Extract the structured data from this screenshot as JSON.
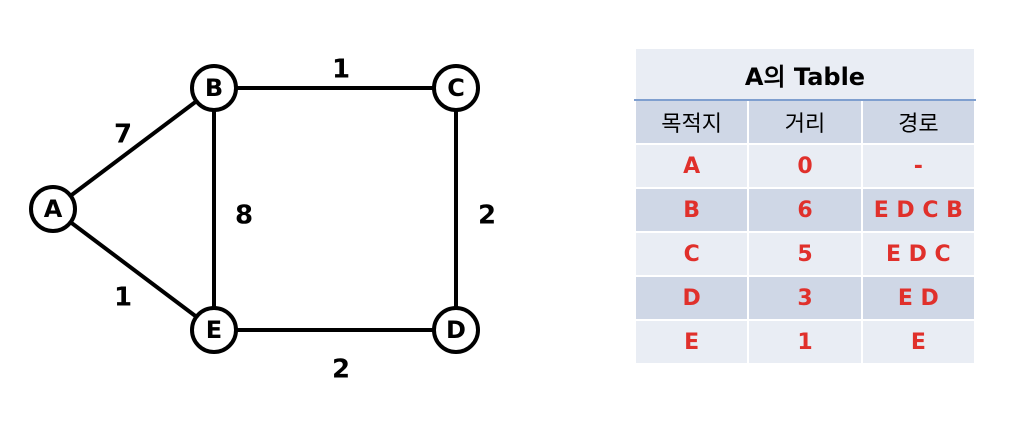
{
  "graph": {
    "nodes": [
      {
        "id": "A",
        "label": "A"
      },
      {
        "id": "B",
        "label": "B"
      },
      {
        "id": "C",
        "label": "C"
      },
      {
        "id": "D",
        "label": "D"
      },
      {
        "id": "E",
        "label": "E"
      }
    ],
    "edges": [
      {
        "from": "A",
        "to": "B",
        "weight": "7"
      },
      {
        "from": "A",
        "to": "E",
        "weight": "1"
      },
      {
        "from": "B",
        "to": "C",
        "weight": "1"
      },
      {
        "from": "B",
        "to": "E",
        "weight": "8"
      },
      {
        "from": "C",
        "to": "D",
        "weight": "2"
      },
      {
        "from": "E",
        "to": "D",
        "weight": "2"
      }
    ],
    "colors": {
      "stroke": "#000000",
      "node_fill": "#ffffff"
    }
  },
  "table": {
    "title": "A의 Table",
    "headers": [
      "목적지",
      "거리",
      "경로"
    ],
    "rows": [
      [
        "A",
        "0",
        "-"
      ],
      [
        "B",
        "6",
        "E D C B"
      ],
      [
        "C",
        "5",
        "E D C"
      ],
      [
        "D",
        "3",
        "E D"
      ],
      [
        "E",
        "1",
        "E"
      ]
    ],
    "colors": {
      "border": "#7f9fcf",
      "light_fill": "#e9edf4",
      "dark_fill": "#cfd7e6",
      "value_text": "#e0302b"
    }
  }
}
